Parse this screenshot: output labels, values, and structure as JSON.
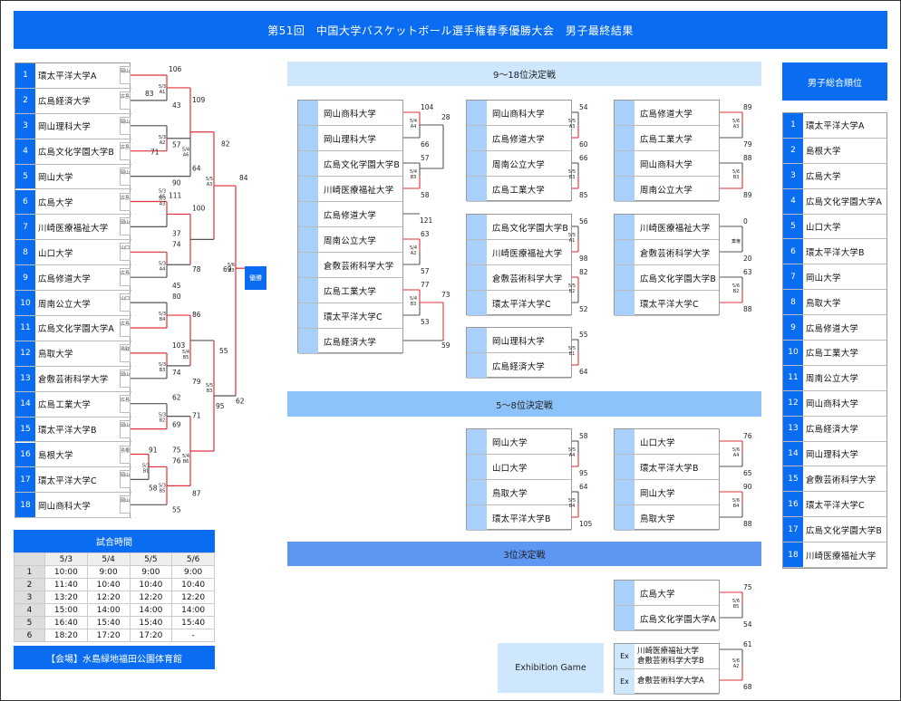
{
  "title": "第51回　中国大学バスケットボール選手権春季優勝大会　男子最終結果",
  "bracket": {
    "teams": [
      "環太平洋大学A",
      "広島経済大学",
      "岡山理科大学",
      "広島文化学園大学B",
      "岡山大学",
      "広島大学",
      "川崎医療福祉大学",
      "山口大学",
      "広島修道大学",
      "周南公立大学",
      "広島文化学園大学A",
      "鳥取大学",
      "倉敷芸術科学大学",
      "広島工業大学",
      "環太平洋大学B",
      "島根大学",
      "環太平洋大学C",
      "岡山商科大学"
    ],
    "venues": [
      "岡山",
      "広島",
      "岡山",
      "広島",
      "岡山",
      "広島",
      "岡山",
      "山口",
      "広島",
      "山口",
      "広島",
      "鳥取",
      "岡山",
      "広島",
      "岡山",
      "島根",
      "岡山",
      "岡山"
    ],
    "scores": [
      "106",
      "83",
      "43",
      "71",
      "109",
      "57",
      "64",
      "90",
      "82",
      "111",
      "37",
      "100",
      "74",
      "78",
      "45",
      "69",
      "84",
      "80",
      "86",
      "103",
      "74",
      "79",
      "62",
      "55",
      "69",
      "71",
      "75",
      "91",
      "76",
      "58",
      "87",
      "55",
      "95",
      "62"
    ],
    "match_labels": [
      "5/3 A1",
      "5/3 A2",
      "5/3 A3",
      "5/3 A4",
      "5/3 A5",
      "5/4 A6",
      "5/5 A3",
      "5/6 A3",
      "5/3 B1",
      "5/3 B2",
      "5/3 B3",
      "5/3 B4",
      "5/3 B5",
      "5/4 B5",
      "5/4 B6",
      "5/5 B3"
    ],
    "champion_label": "優勝"
  },
  "schedule": {
    "title": "試合時間",
    "dates": [
      "5/3",
      "5/4",
      "5/5",
      "5/6"
    ],
    "rows": [
      {
        "n": "1",
        "t": [
          "10:00",
          "9:00",
          "9:00",
          "9:00"
        ]
      },
      {
        "n": "2",
        "t": [
          "11:40",
          "10:40",
          "10:40",
          "10:40"
        ]
      },
      {
        "n": "3",
        "t": [
          "13:20",
          "12:20",
          "12:20",
          "12:20"
        ]
      },
      {
        "n": "4",
        "t": [
          "15:00",
          "14:00",
          "14:00",
          "14:00"
        ]
      },
      {
        "n": "5",
        "t": [
          "16:40",
          "15:40",
          "15:40",
          "15:40"
        ]
      },
      {
        "n": "6",
        "t": [
          "18:20",
          "17:20",
          "17:20",
          "-"
        ]
      }
    ],
    "venue": "【会場】水島緑地福田公園体育館"
  },
  "sec_9_18": {
    "title": "9～18位決定戦",
    "colA": {
      "teams": [
        "岡山商科大学",
        "岡山理科大学",
        "広島文化学園大学B",
        "川崎医療福祉大学",
        "広島修道大学",
        "周南公立大学",
        "倉敷芸術科学大学",
        "広島工業大学",
        "環太平洋大学C",
        "広島経済大学"
      ],
      "scores": [
        "104",
        "66",
        "28",
        "57",
        "58",
        "121",
        "63",
        "57",
        "77",
        "73",
        "53",
        "59"
      ],
      "labels": [
        "5/4 A4",
        "5/4 A3",
        "5/4 B3",
        "5/4 A2",
        "5/4 B3",
        "5/4 B4"
      ]
    },
    "colB1": {
      "teams": [
        "岡山商科大学",
        "広島修道大学",
        "周南公立大学",
        "広島工業大学"
      ],
      "scores": [
        "54",
        "60",
        "66",
        "85"
      ],
      "labels": [
        "5/5 A3",
        "5/5 B3"
      ]
    },
    "colB2": {
      "teams": [
        "広島文化学園大学B",
        "川崎医療福祉大学",
        "倉敷芸術科学大学",
        "環太平洋大学C"
      ],
      "scores": [
        "56",
        "98",
        "82",
        "52"
      ],
      "labels": [
        "5/5 A1",
        "5/5 B2"
      ]
    },
    "colB3": {
      "teams": [
        "岡山理科大学",
        "広島経済大学"
      ],
      "scores": [
        "55",
        "64"
      ],
      "labels": [
        "5/5 B1"
      ]
    },
    "colC1": {
      "teams": [
        "広島修道大学",
        "広島工業大学",
        "岡山商科大学",
        "周南公立大学"
      ],
      "scores": [
        "89",
        "79",
        "88",
        "89"
      ],
      "labels": [
        "5/6 A3",
        "5/6 B3"
      ]
    },
    "colC2": {
      "teams": [
        "川崎医療福祉大学",
        "倉敷芸術科学大学",
        "広島文化学園大学B",
        "環太平洋大学C"
      ],
      "scores": [
        "0",
        "20",
        "63",
        "88"
      ],
      "labels": [
        "5/6 A1",
        "5/6 B2"
      ],
      "note": "棄権"
    }
  },
  "sec_5_8": {
    "title": "5～8位決定戦",
    "col1": {
      "teams": [
        "岡山大学",
        "山口大学",
        "鳥取大学",
        "環太平洋大学B"
      ],
      "scores": [
        "58",
        "95",
        "64",
        "105"
      ],
      "labels": [
        "5/5 A4",
        "5/5 B4"
      ]
    },
    "col2": {
      "teams": [
        "山口大学",
        "環太平洋大学B",
        "岡山大学",
        "鳥取大学"
      ],
      "scores": [
        "76",
        "65",
        "90",
        "88"
      ],
      "labels": [
        "5/6 A4",
        "5/6 B4"
      ]
    }
  },
  "sec_3": {
    "title": "3位決定戦",
    "teams": [
      "広島大学",
      "広島文化学園大学A"
    ],
    "scores": [
      "75",
      "54"
    ],
    "labels": [
      "5/6 B5"
    ]
  },
  "exhibition": {
    "title": "Exhibition Game",
    "rows": [
      {
        "ex": "Ex",
        "a": "川崎医療福祉大学",
        "b": "倉敷芸術科学大学B"
      },
      {
        "ex": "Ex",
        "a": "倉敷芸術科学大学A",
        "b": ""
      }
    ],
    "scores": [
      "61",
      "68"
    ],
    "labels": [
      "5/6 A2"
    ]
  },
  "ranking": {
    "title": "男子総合順位",
    "items": [
      {
        "n": "1",
        "t": "環太平洋大学A"
      },
      {
        "n": "2",
        "t": "島根大学"
      },
      {
        "n": "3",
        "t": "広島大学"
      },
      {
        "n": "4",
        "t": "広島文化学園大学A"
      },
      {
        "n": "5",
        "t": "山口大学"
      },
      {
        "n": "6",
        "t": "環太平洋大学B"
      },
      {
        "n": "7",
        "t": "岡山大学"
      },
      {
        "n": "8",
        "t": "鳥取大学"
      },
      {
        "n": "9",
        "t": "広島修道大学"
      },
      {
        "n": "10",
        "t": "広島工業大学"
      },
      {
        "n": "11",
        "t": "周南公立大学"
      },
      {
        "n": "12",
        "t": "岡山商科大学"
      },
      {
        "n": "13",
        "t": "広島経済大学"
      },
      {
        "n": "14",
        "t": "岡山理科大学"
      },
      {
        "n": "15",
        "t": "倉敷芸術科学大学"
      },
      {
        "n": "16",
        "t": "環太平洋大学C"
      },
      {
        "n": "17",
        "t": "広島文化学園大学B"
      },
      {
        "n": "18",
        "t": "川崎医療福祉大学"
      }
    ]
  },
  "colors": {
    "blue": "#0a6cf0",
    "lightblue": "#cfe7fd",
    "midblue": "#8dc3fb",
    "win": "#e0303a"
  }
}
